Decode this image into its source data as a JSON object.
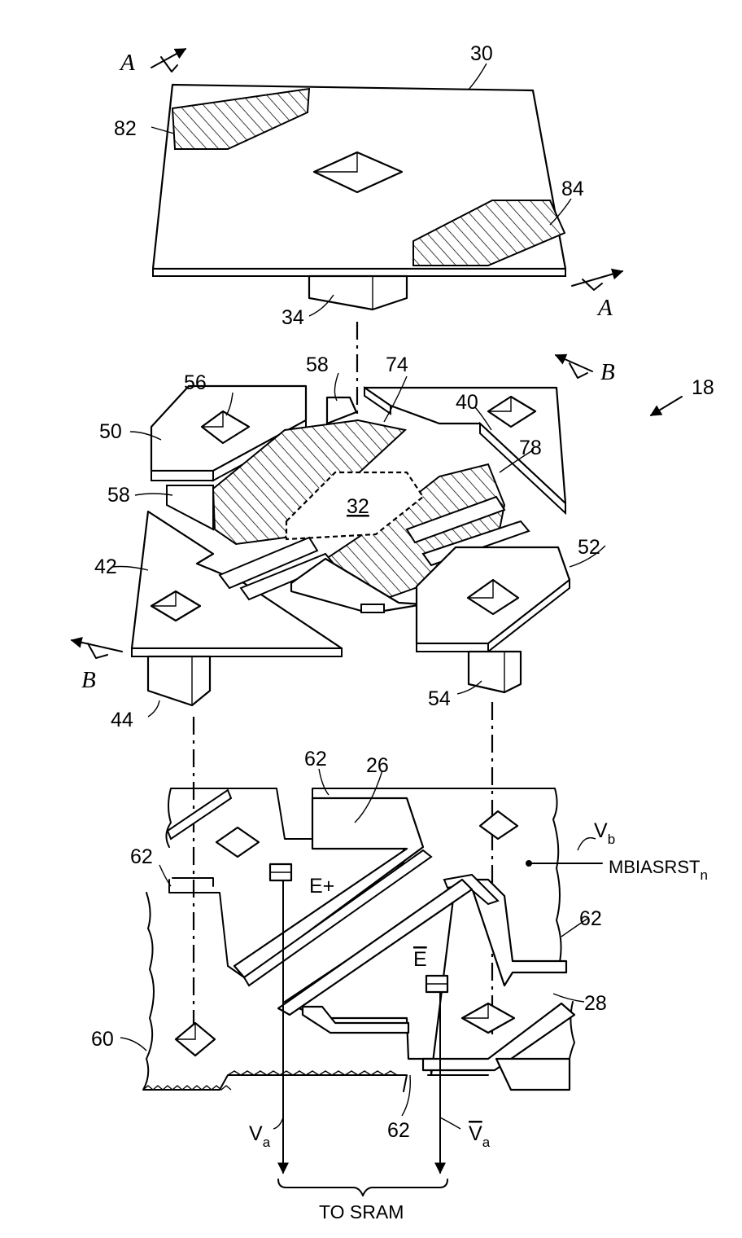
{
  "labels": {
    "section_a": "A",
    "section_b": "B",
    "mirror": "30",
    "mirror_via": "32",
    "mirror_post": "34",
    "hinge_yoke": "40",
    "hinge_pad_left": "42",
    "hinge_post_left": "44",
    "electrode_left": "50",
    "electrode_right": "52",
    "electrode_post_right": "54",
    "electrode_via": "56",
    "spring_tip": "58",
    "bias_bus": "60",
    "substrate_region": "62",
    "yoke_hatch_left": "74",
    "yoke_hatch_right": "78",
    "mirror_hatch_left": "82",
    "mirror_hatch_right": "84",
    "device": "18",
    "address_pad_left": "26",
    "address_pad_right": "28",
    "e_plus": "E+",
    "e_bar": "E",
    "v_b_main": "V",
    "v_b_sub": "b",
    "bias_reset_main": "MBIASRST",
    "bias_reset_sub": "n",
    "v_a_main": "V",
    "v_a_sub": "a",
    "v_a_bar_main": "V",
    "v_a_bar_sub": "a",
    "to_sram": "TO SRAM"
  },
  "colors": {
    "line": "#000000",
    "background": "#ffffff"
  }
}
